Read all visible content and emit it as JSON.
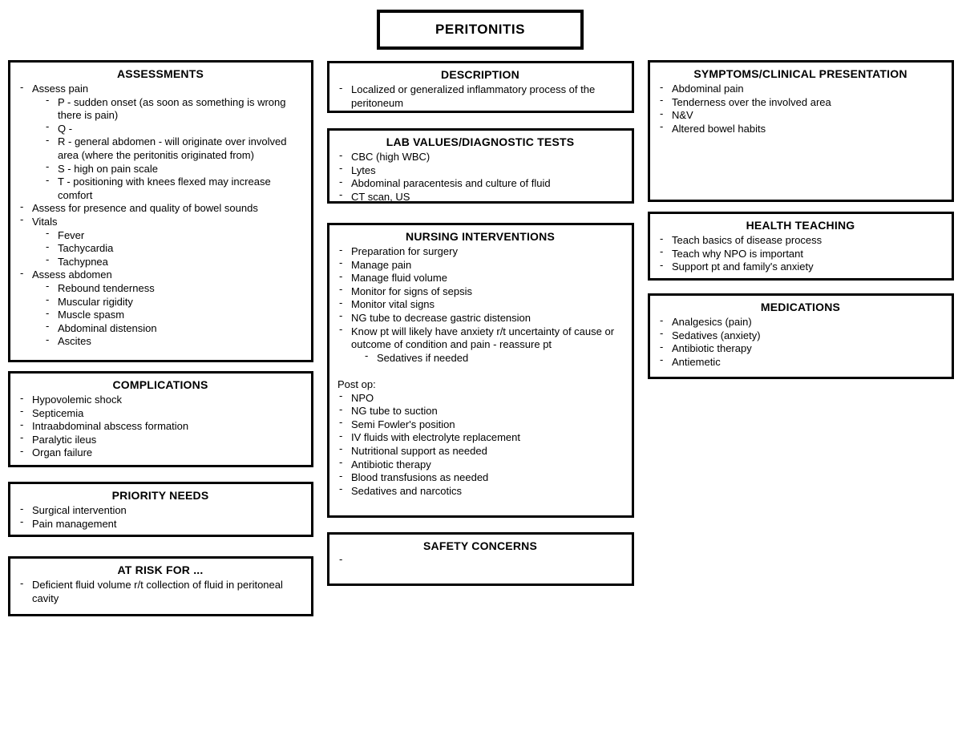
{
  "title": "PERITONITIS",
  "colors": {
    "border": "#000000",
    "background": "#ffffff",
    "text": "#000000"
  },
  "boxes": {
    "assessments": {
      "heading": "ASSESSMENTS",
      "items": [
        {
          "level": 1,
          "text": "Assess pain"
        },
        {
          "level": 2,
          "text": "P - sudden onset (as soon as something is wrong there is pain)"
        },
        {
          "level": 2,
          "text": "Q -"
        },
        {
          "level": 2,
          "text": "R - general abdomen - will originate over involved area (where the peritonitis originated from)"
        },
        {
          "level": 2,
          "text": "S - high on pain scale"
        },
        {
          "level": 2,
          "text": "T - positioning with knees flexed may increase comfort"
        },
        {
          "level": 1,
          "text": "Assess for presence and quality of bowel sounds"
        },
        {
          "level": 1,
          "text": "Vitals"
        },
        {
          "level": 2,
          "text": "Fever"
        },
        {
          "level": 2,
          "text": "Tachycardia"
        },
        {
          "level": 2,
          "text": "Tachypnea"
        },
        {
          "level": 1,
          "text": "Assess abdomen"
        },
        {
          "level": 2,
          "text": "Rebound tenderness"
        },
        {
          "level": 2,
          "text": "Muscular rigidity"
        },
        {
          "level": 2,
          "text": "Muscle spasm"
        },
        {
          "level": 2,
          "text": "Abdominal distension"
        },
        {
          "level": 2,
          "text": "Ascites"
        }
      ]
    },
    "complications": {
      "heading": "COMPLICATIONS",
      "items": [
        {
          "level": 1,
          "text": "Hypovolemic shock"
        },
        {
          "level": 1,
          "text": "Septicemia"
        },
        {
          "level": 1,
          "text": "Intraabdominal abscess formation"
        },
        {
          "level": 1,
          "text": "Paralytic ileus"
        },
        {
          "level": 1,
          "text": "Organ failure"
        }
      ]
    },
    "priority_needs": {
      "heading": "PRIORITY NEEDS",
      "items": [
        {
          "level": 1,
          "text": "Surgical intervention"
        },
        {
          "level": 1,
          "text": "Pain management"
        }
      ]
    },
    "at_risk_for": {
      "heading": "AT RISK FOR ...",
      "items": [
        {
          "level": 1,
          "text": "Deficient fluid volume r/t collection of fluid in peritoneal cavity"
        }
      ]
    },
    "description": {
      "heading": "DESCRIPTION",
      "items": [
        {
          "level": 1,
          "text": "Localized or generalized inflammatory process of the peritoneum"
        }
      ]
    },
    "lab_values": {
      "heading": "LAB VALUES/DIAGNOSTIC TESTS",
      "items": [
        {
          "level": 1,
          "text": "CBC (high WBC)"
        },
        {
          "level": 1,
          "text": "Lytes"
        },
        {
          "level": 1,
          "text": "Abdominal paracentesis and culture of fluid"
        },
        {
          "level": 1,
          "text": "CT scan, US"
        }
      ]
    },
    "nursing_interventions": {
      "heading": "NURSING INTERVENTIONS",
      "items": [
        {
          "level": 1,
          "text": "Preparation for surgery"
        },
        {
          "level": 1,
          "text": "Manage pain"
        },
        {
          "level": 1,
          "text": "Manage fluid volume"
        },
        {
          "level": 1,
          "text": "Monitor for signs of sepsis"
        },
        {
          "level": 1,
          "text": "Monitor vital signs"
        },
        {
          "level": 1,
          "text": "NG tube to decrease gastric distension"
        },
        {
          "level": 1,
          "text": "Know pt will likely have anxiety r/t uncertainty of cause or outcome of condition and pain - reassure pt"
        },
        {
          "level": 2,
          "text": "Sedatives if needed"
        },
        {
          "spacer": true
        },
        {
          "level": 0,
          "bullet": false,
          "text": "Post op:"
        },
        {
          "level": 1,
          "text": "NPO"
        },
        {
          "level": 1,
          "text": "NG tube to suction"
        },
        {
          "level": 1,
          "text": "Semi Fowler's position"
        },
        {
          "level": 1,
          "text": "IV fluids with electrolyte replacement"
        },
        {
          "level": 1,
          "text": "Nutritional support as needed"
        },
        {
          "level": 1,
          "text": "Antibiotic therapy"
        },
        {
          "level": 1,
          "text": "Blood transfusions as needed"
        },
        {
          "level": 1,
          "text": "Sedatives and narcotics"
        }
      ]
    },
    "safety_concerns": {
      "heading": "SAFETY CONCERNS",
      "items": [
        {
          "level": 1,
          "text": ""
        }
      ]
    },
    "symptoms": {
      "heading": "SYMPTOMS/CLINICAL PRESENTATION",
      "items": [
        {
          "level": 1,
          "text": "Abdominal pain"
        },
        {
          "level": 1,
          "text": "Tenderness over the involved area"
        },
        {
          "level": 1,
          "text": "N&V"
        },
        {
          "level": 1,
          "text": "Altered bowel habits"
        }
      ]
    },
    "health_teaching": {
      "heading": "HEALTH TEACHING",
      "items": [
        {
          "level": 1,
          "text": "Teach basics of disease process"
        },
        {
          "level": 1,
          "text": "Teach why NPO is important"
        },
        {
          "level": 1,
          "text": "Support pt and family's anxiety"
        }
      ]
    },
    "medications": {
      "heading": "MEDICATIONS",
      "items": [
        {
          "level": 1,
          "text": "Analgesics (pain)"
        },
        {
          "level": 1,
          "text": "Sedatives (anxiety)"
        },
        {
          "level": 1,
          "text": "Antibiotic therapy"
        },
        {
          "level": 1,
          "text": "Antiemetic"
        }
      ]
    }
  }
}
